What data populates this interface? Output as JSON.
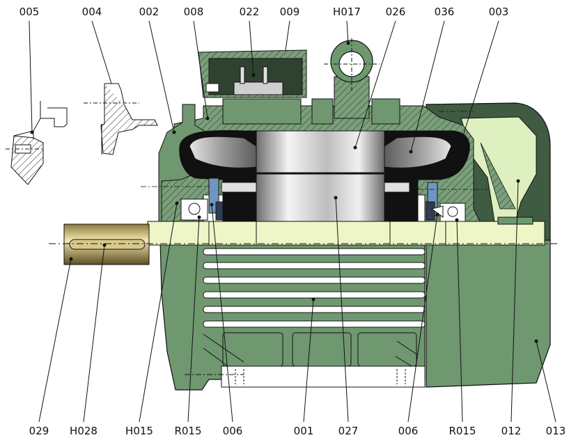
{
  "labels_top": [
    "005",
    "004",
    "002",
    "008",
    "022",
    "009",
    "H017",
    "026",
    "036",
    "003"
  ],
  "labels_bottom": [
    "029",
    "H028",
    "H015",
    "R015",
    "006",
    "001",
    "027",
    "006",
    "R015",
    "012",
    "013"
  ],
  "colors": {
    "housing": "#6f9870",
    "housing_dark": "#4a6c4d",
    "fan_cover": "#3f5b42",
    "fan_blade": "#dff0c0",
    "shaft": "#eef6c8",
    "shaft_key": "#b99a35",
    "rotor_light": "#e2e2e2",
    "rotor_dark": "#777777",
    "winding": "#111111",
    "bearing_seal": "#6f96c0",
    "line": "#111111"
  }
}
